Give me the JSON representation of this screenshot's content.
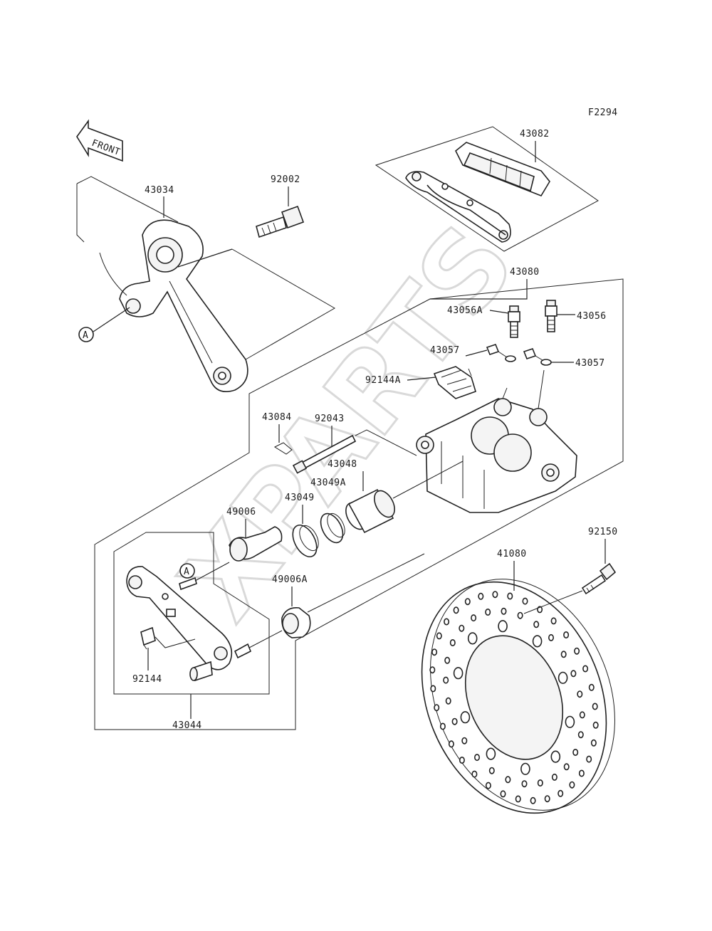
{
  "figure_code": "F2294",
  "front_label": "FRONT",
  "ref_marker": "A",
  "watermark": "XPARTS",
  "parts": {
    "p43034": "43034",
    "p92002": "92002",
    "p43082": "43082",
    "p43080": "43080",
    "p43056A": "43056A",
    "p43056": "43056",
    "p43057_left": "43057",
    "p43057_right": "43057",
    "p92144A": "92144A",
    "p43084": "43084",
    "p92043": "92043",
    "p43048": "43048",
    "p43049A": "43049A",
    "p43049": "43049",
    "p49006": "49006",
    "p49006A": "49006A",
    "p92144": "92144",
    "p43044": "43044",
    "p92150": "92150",
    "p41080": "41080"
  }
}
